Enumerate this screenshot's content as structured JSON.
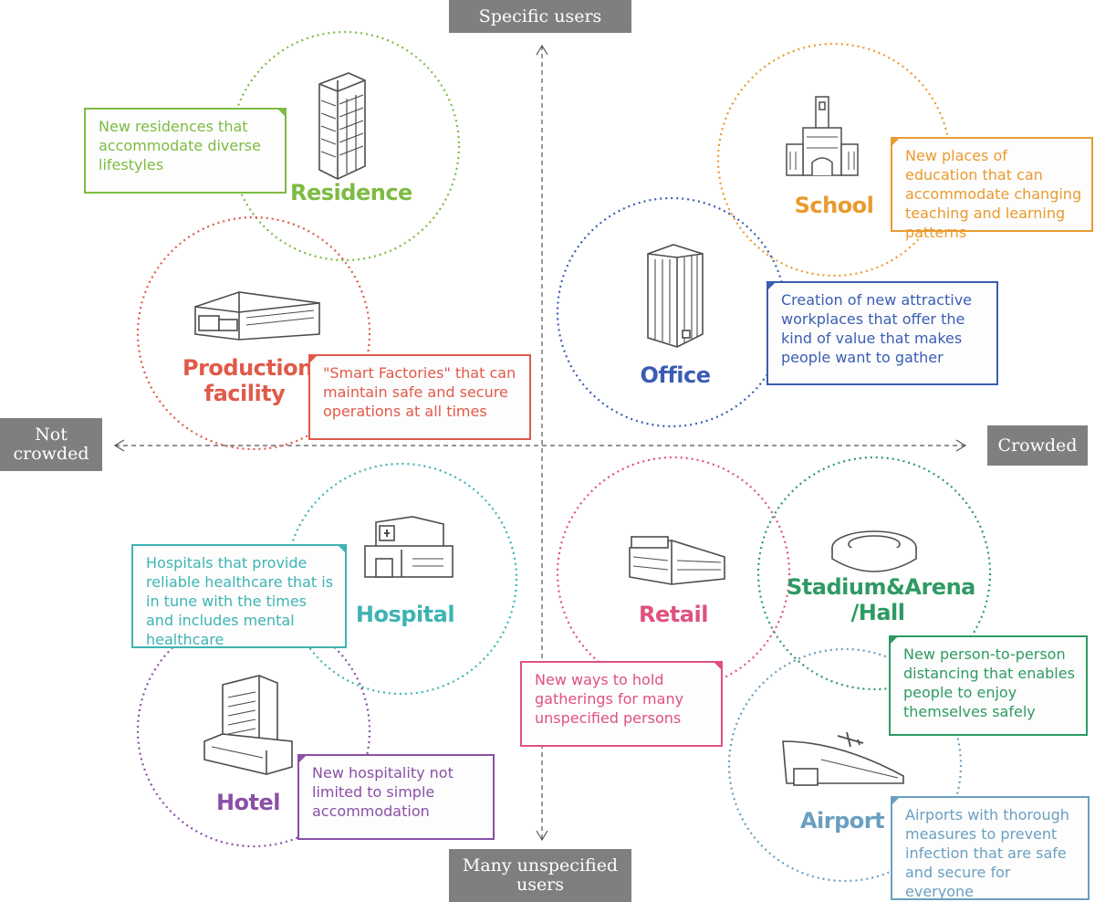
{
  "axes": {
    "top": "Specific users",
    "bottom": "Many unspecified users",
    "left": "Not crowded",
    "right": "Crowded"
  },
  "colors": {
    "residence": "#7dbb42",
    "school": "#ea9a2e",
    "office": "#3a5db3",
    "production": "#e05a4a",
    "hospital": "#3fb3b3",
    "hotel": "#8a4fa6",
    "retail": "#e0517d",
    "stadium": "#2e9a63",
    "airport": "#6a9fbf",
    "axis_box": "#7f7f7f"
  },
  "categories": {
    "residence": {
      "label": "Residence",
      "description": "New residences that accommodate diverse lifestyles",
      "icon": "residence-building-icon"
    },
    "school": {
      "label": "School",
      "description": "New places of education that can accommodate changing teaching and learning patterns",
      "icon": "school-building-icon"
    },
    "office": {
      "label": "Office",
      "description": "Creation of new attractive workplaces that offer the kind of value that makes people want to gather",
      "icon": "office-tower-icon"
    },
    "production": {
      "label": "Production facility",
      "description": "\"Smart Factories\" that can maintain safe and secure operations at all times",
      "icon": "factory-icon"
    },
    "hospital": {
      "label": "Hospital",
      "description": "Hospitals that provide reliable healthcare that is in tune with the times and includes mental healthcare",
      "icon": "hospital-icon"
    },
    "hotel": {
      "label": "Hotel",
      "description": "New hospitality not limited to simple accommodation",
      "icon": "hotel-icon"
    },
    "retail": {
      "label": "Retail",
      "description": "New ways to hold gatherings for many unspecified persons",
      "icon": "retail-store-icon"
    },
    "stadium": {
      "label": "Stadium&Arena /Hall",
      "description": "New person-to-person distancing that enables people to enjoy themselves safely",
      "icon": "stadium-icon"
    },
    "airport": {
      "label": "Airport",
      "description": "Airports with thorough measures to prevent infection that are safe and secure for everyone",
      "icon": "airport-icon"
    }
  }
}
